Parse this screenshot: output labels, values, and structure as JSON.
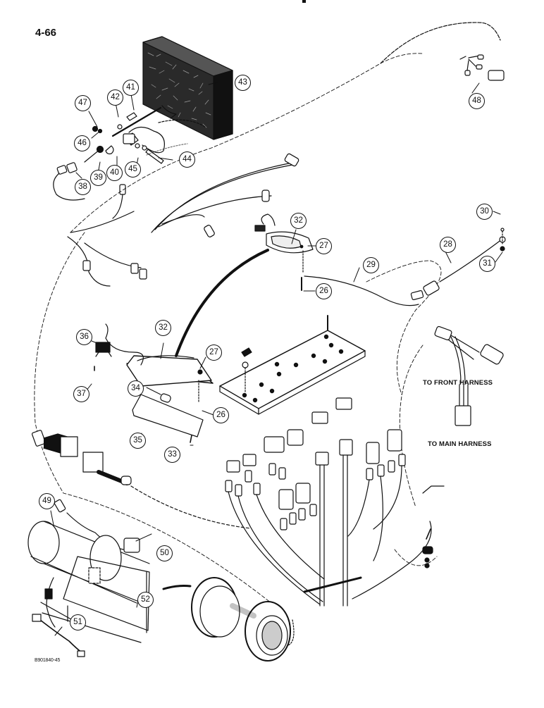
{
  "page": {
    "page_number": "4-66",
    "drawing_code": "B901840-45"
  },
  "diagram": {
    "title": "Cab electrical harness, lamps, switch panel and blower motor — exploded parts view",
    "labels": {
      "front_harness": "TO FRONT HARNESS",
      "main_harness": "TO MAIN HARNESS"
    },
    "callouts": [
      {
        "id": "c47",
        "number": "47",
        "part": "nut"
      },
      {
        "id": "c42",
        "number": "42",
        "part": "washer"
      },
      {
        "id": "c41",
        "number": "41",
        "part": "bolt"
      },
      {
        "id": "c43",
        "number": "43",
        "part": "work lamp"
      },
      {
        "id": "c46",
        "number": "46",
        "part": "lock washer"
      },
      {
        "id": "c40",
        "number": "40",
        "part": "bracket"
      },
      {
        "id": "c39",
        "number": "39",
        "part": "grommet"
      },
      {
        "id": "c45",
        "number": "45",
        "part": "washer"
      },
      {
        "id": "c44",
        "number": "44",
        "part": "bolt"
      },
      {
        "id": "c38",
        "number": "38",
        "part": "connector"
      },
      {
        "id": "c48",
        "number": "48",
        "part": "connector"
      },
      {
        "id": "c32a",
        "number": "32",
        "part": "dome lamp"
      },
      {
        "id": "c27a",
        "number": "27",
        "part": "nut"
      },
      {
        "id": "c26a",
        "number": "26",
        "part": "screw"
      },
      {
        "id": "c29",
        "number": "29",
        "part": "lead"
      },
      {
        "id": "c28",
        "number": "28",
        "part": "ground wire"
      },
      {
        "id": "c30",
        "number": "30",
        "part": "screw"
      },
      {
        "id": "c31",
        "number": "31",
        "part": "nut"
      },
      {
        "id": "c36",
        "number": "36",
        "part": "switch"
      },
      {
        "id": "c32b",
        "number": "32",
        "part": "dome lamp"
      },
      {
        "id": "c27b",
        "number": "27",
        "part": "nut"
      },
      {
        "id": "c37",
        "number": "37",
        "part": "screw"
      },
      {
        "id": "c34",
        "number": "34",
        "part": "bulb"
      },
      {
        "id": "c26b",
        "number": "26",
        "part": "screw"
      },
      {
        "id": "c35",
        "number": "35",
        "part": "lens"
      },
      {
        "id": "c33",
        "number": "33",
        "part": "screw"
      },
      {
        "id": "c49",
        "number": "49",
        "part": "blower motor"
      },
      {
        "id": "c50",
        "number": "50",
        "part": "housing"
      },
      {
        "id": "c52",
        "number": "52",
        "part": "screw"
      },
      {
        "id": "c51",
        "number": "51",
        "part": "ground wire"
      }
    ]
  }
}
